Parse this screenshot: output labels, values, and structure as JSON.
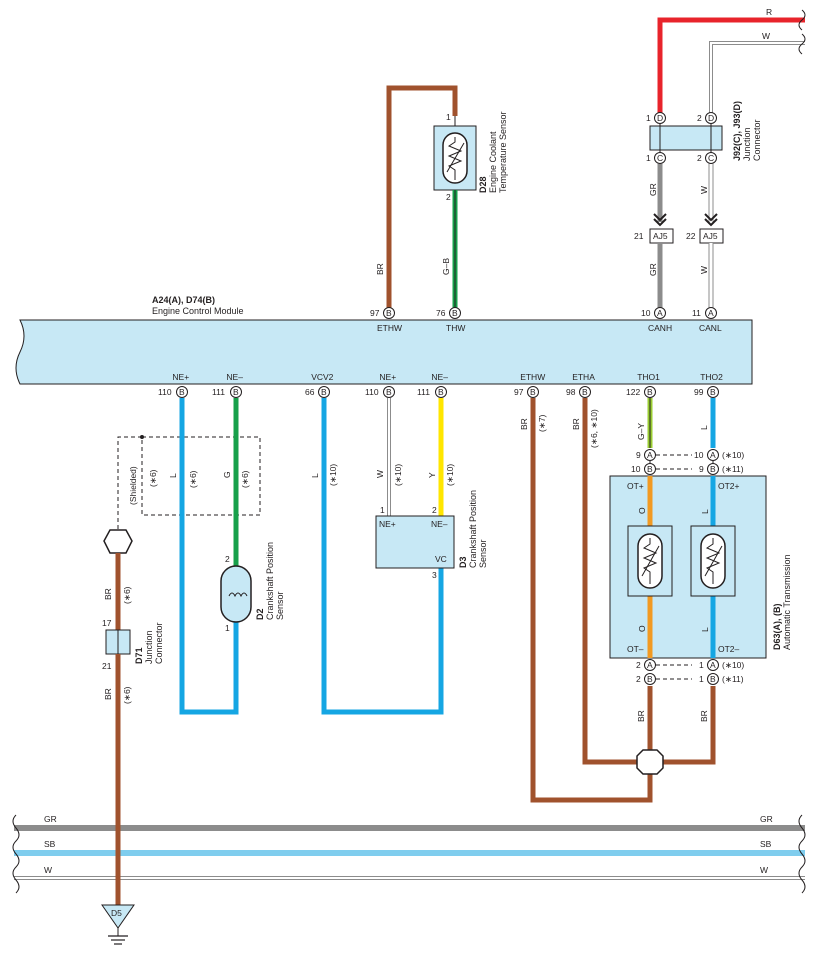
{
  "ecm": {
    "title_code": "A24(A), D74(B)",
    "title_name": "Engine Control Module",
    "top_terms": [
      {
        "num": "97",
        "conn": "B",
        "name": "ETHW"
      },
      {
        "num": "76",
        "conn": "B",
        "name": "THW"
      },
      {
        "num": "10",
        "conn": "A",
        "name": "CANH"
      },
      {
        "num": "11",
        "conn": "A",
        "name": "CANL"
      }
    ],
    "bottom_terms": [
      {
        "num": "110",
        "conn": "B",
        "name": "NE+"
      },
      {
        "num": "111",
        "conn": "B",
        "name": "NE–"
      },
      {
        "num": "66",
        "conn": "B",
        "name": "VCV2"
      },
      {
        "num": "110",
        "conn": "B",
        "name": "NE+"
      },
      {
        "num": "111",
        "conn": "B",
        "name": "NE–"
      },
      {
        "num": "97",
        "conn": "B",
        "name": "ETHW"
      },
      {
        "num": "98",
        "conn": "B",
        "name": "ETHA"
      },
      {
        "num": "122",
        "conn": "B",
        "name": "THO1"
      },
      {
        "num": "99",
        "conn": "B",
        "name": "THO2"
      }
    ]
  },
  "coolant_sensor": {
    "code": "D28",
    "name_line1": "Engine Coolant",
    "name_line2": "Temperature Sensor",
    "pin1": "1",
    "pin2": "2",
    "wire_br": "BR",
    "wire_gb": "G–B"
  },
  "junction_j92": {
    "code": "J92(C), J93(D)",
    "name_line1": "Junction",
    "name_line2": "Connector",
    "top_left_num": "1",
    "top_left_conn": "D",
    "top_right_num": "2",
    "top_right_conn": "D",
    "bot_left_num": "1",
    "bot_left_conn": "C",
    "bot_right_num": "2",
    "bot_right_conn": "C",
    "wire_r": "R",
    "wire_w": "W",
    "wire_gr": "GR",
    "wire_w2": "W",
    "aj_left_num": "21",
    "aj_right_num": "22",
    "aj_label": "AJ5",
    "wire_gr2": "GR",
    "wire_w3": "W"
  },
  "crank_sensor_d2": {
    "code": "D2",
    "name_line1": "Crankshaft Position",
    "name_line2": "Sensor",
    "pin2": "2",
    "pin1": "1",
    "wire_l": "L",
    "wire_g": "G",
    "note_l": "(∗6)",
    "note_g": "(∗6)",
    "shield_label": "(Shielded)",
    "shield_note": "(∗6)"
  },
  "crank_sensor_d3": {
    "code": "D3",
    "name_line1": "Crankshaft Position",
    "name_line2": "Sensor",
    "term_ne_plus": "NE+",
    "term_ne_minus": "NE–",
    "term_vc": "VC",
    "pin1": "1",
    "pin2": "2",
    "pin3": "3",
    "wire_l": "L",
    "wire_w": "W",
    "wire_y": "Y",
    "note_l": "(∗10)",
    "note_w": "(∗10)",
    "note_y": "(∗10)"
  },
  "junction_d71": {
    "code": "D71",
    "name_line1": "Junction",
    "name_line2": "Connector",
    "pin_top": "17",
    "pin_bot": "21",
    "wire_br_top": "BR",
    "wire_br_bot": "BR",
    "note_top": "(∗6)",
    "note_bot": "(∗6)"
  },
  "transmission": {
    "code": "D63(A), (B)",
    "name": "Automatic Transmission",
    "ot_plus": "OT+",
    "ot2_plus": "OT2+",
    "ot_minus": "OT–",
    "ot2_minus": "OT2–",
    "wire_o_top": "O",
    "wire_l_top": "L",
    "wire_o_bot": "O",
    "wire_l_bot": "L",
    "in_left": [
      {
        "num": "9",
        "conn": "A",
        "note": ""
      },
      {
        "num": "10",
        "conn": "B",
        "note": ""
      }
    ],
    "in_right": [
      {
        "num": "10",
        "conn": "A",
        "note": "(∗10)"
      },
      {
        "num": "9",
        "conn": "B",
        "note": "(∗11)"
      }
    ],
    "out_left": [
      {
        "num": "2",
        "conn": "A"
      },
      {
        "num": "2",
        "conn": "B"
      }
    ],
    "out_right": [
      {
        "num": "1",
        "conn": "A",
        "note": "(∗10)"
      },
      {
        "num": "1",
        "conn": "B",
        "note": "(∗11)"
      }
    ],
    "wire_gy": "G–Y",
    "wire_l": "L",
    "wire_br_left": "BR",
    "wire_br_right": "BR"
  },
  "ethw_ethw": {
    "wire_br_97": "BR",
    "note_97": "(∗7)",
    "wire_br_98": "BR",
    "note_98": "(∗6, ∗10)"
  },
  "buses": {
    "gr": "GR",
    "sb": "SB",
    "w": "W"
  },
  "ground": {
    "code": "D5"
  },
  "colors": {
    "ecm_fill": "#c7e8f5",
    "red": "#e8242b",
    "brown": "#a0522d",
    "green": "#17a04a",
    "blue": "#15a6e3",
    "yellow": "#ffe600",
    "orange": "#f29a22",
    "gray": "#8c8c8c",
    "sky": "#7fcdee"
  }
}
